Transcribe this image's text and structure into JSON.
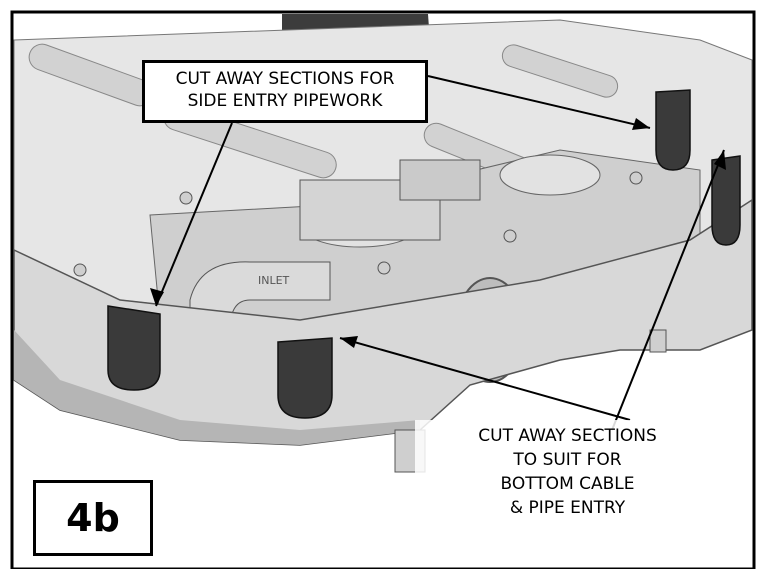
{
  "figure_label": "4b",
  "callouts": {
    "side_entry": {
      "line1": "CUT AWAY SECTIONS FOR",
      "line2": "SIDE ENTRY PIPEWORK"
    },
    "bottom_entry": {
      "line1": "CUT AWAY SECTIONS",
      "line2": "TO SUIT FOR",
      "line3": "BOTTOM CABLE",
      "line4": "& PIPE ENTRY"
    }
  },
  "part_marking": "INLET",
  "colors": {
    "frame": "#000000",
    "casing_light": "#e4e4e4",
    "casing_mid": "#c8c8c8",
    "casing_shadow": "#9a9a9a",
    "cutaway_dark": "#3a3a3a",
    "dark_panel": "#404040"
  }
}
